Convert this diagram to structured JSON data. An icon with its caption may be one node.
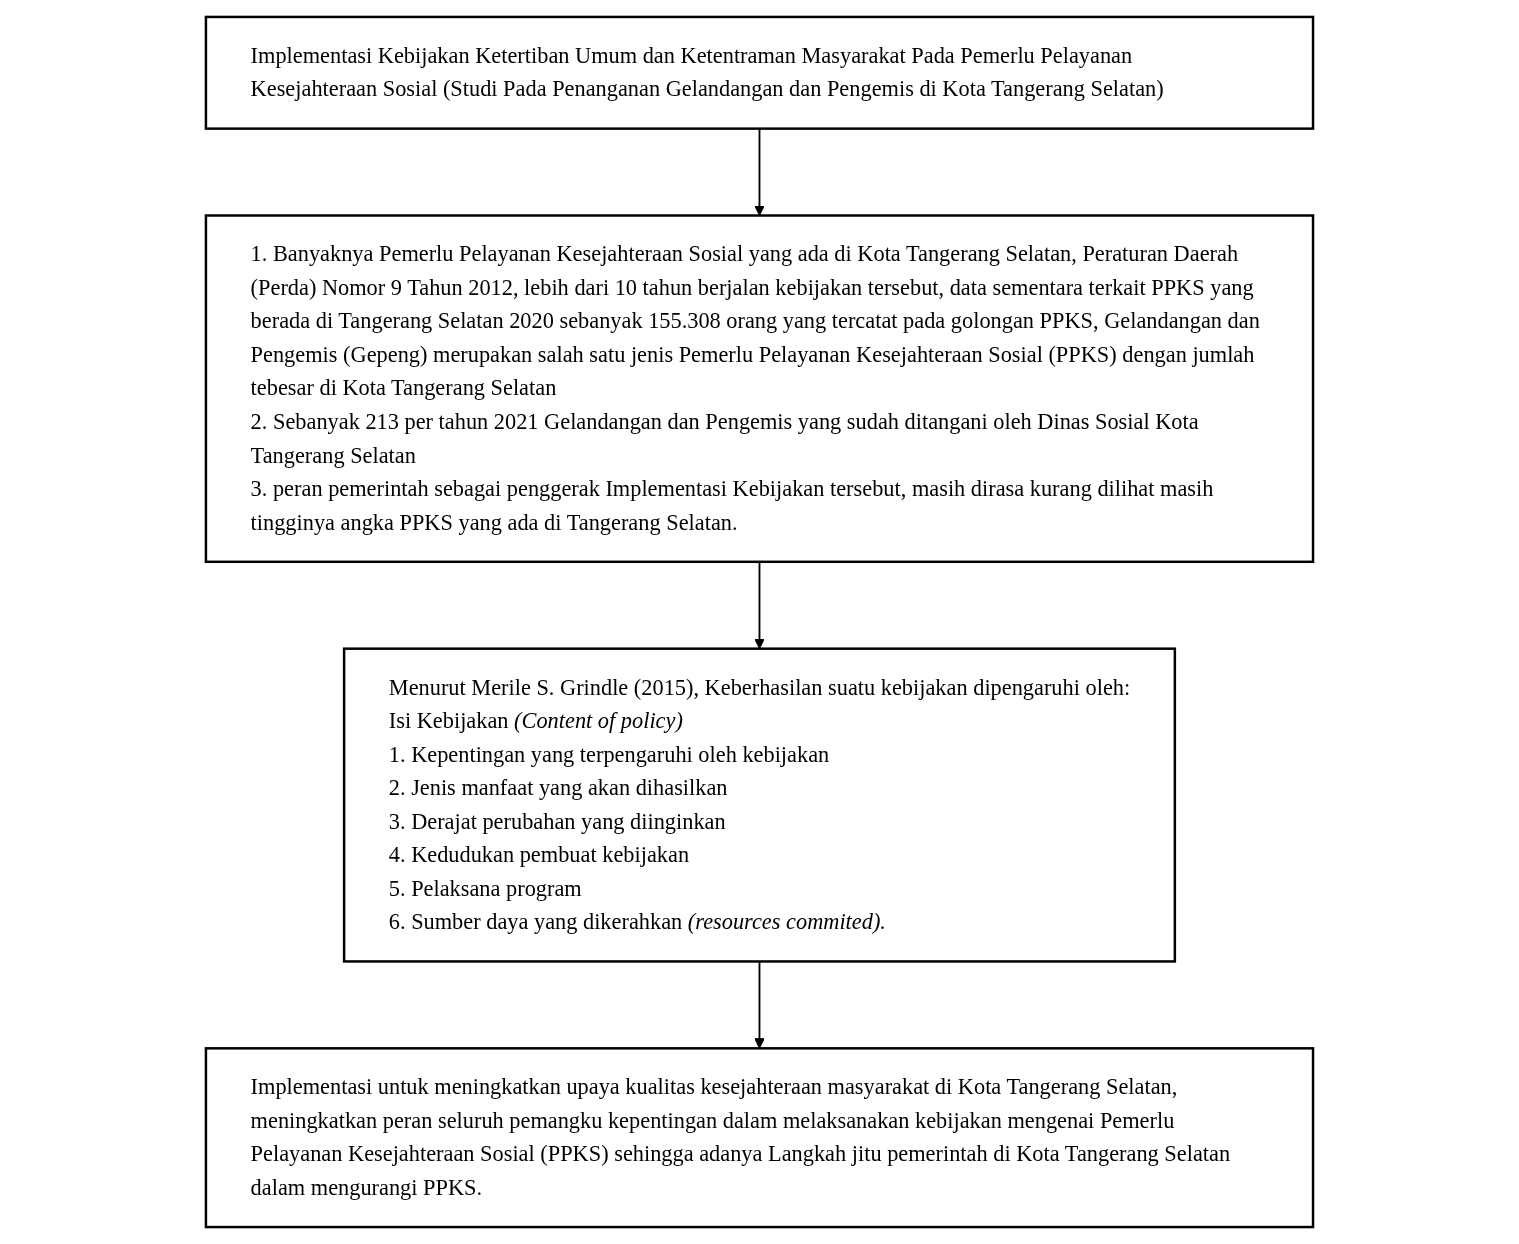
{
  "diagram": {
    "nodes": [
      {
        "text": [
          "Implementasi Kebijakan Ketertiban Umum dan Ketentraman Masyarakat Pada Pemerlu Pelayanan Kesejahteraan Sosial (Studi Pada Penanganan Gelandangan dan Pengemis di Kota Tangerang Selatan)"
        ]
      },
      {
        "text": [
          "1. Banyaknya Pemerlu Pelayanan Kesejahteraan Sosial yang ada di Kota Tangerang Selatan, Peraturan Daerah (Perda) Nomor 9 Tahun 2012, lebih dari 10 tahun berjalan kebijakan tersebut, data sementara terkait PPKS yang berada di Tangerang Selatan 2020 sebanyak 155.308 orang yang tercatat pada golongan PPKS, Gelandangan dan Pengemis (Gepeng) merupakan salah satu jenis Pemerlu Pelayanan Kesejahteraan Sosial (PPKS) dengan jumlah tebesar di Kota Tangerang Selatan",
          "2. Sebanyak 213 per tahun 2021 Gelandangan dan Pengemis yang sudah ditangani oleh Dinas Sosial Kota Tangerang Selatan",
          "3. peran pemerintah sebagai penggerak Implementasi Kebijakan tersebut, masih dirasa kurang dilihat masih tingginya angka PPKS yang ada di Tangerang Selatan."
        ]
      },
      {
        "text": [
          "Menurut Merile S. Grindle (2015), Keberhasilan suatu kebijakan dipengaruhi oleh:",
          "Isi Kebijakan *(Content of policy)*",
          "1. Kepentingan yang terpengaruhi oleh kebijakan",
          "2. Jenis manfaat yang akan dihasilkan",
          "3. Derajat perubahan yang diinginkan",
          "4. Kedudukan pembuat kebijakan",
          "5. Pelaksana program",
          "6. Sumber daya yang dikerahkan *(resources commited).*"
        ]
      },
      {
        "text": [
          "Implementasi untuk meningkatkan upaya kualitas kesejahteraan masyarakat di Kota Tangerang Selatan, meningkatkan peran seluruh pemangku kepentingan dalam melaksanakan kebijakan mengenai Pemerlu Pelayanan Kesejahteraan Sosial (PPKS) sehingga adanya Langkah jitu pemerintah di Kota Tangerang Selatan dalam mengurangi PPKS."
        ]
      }
    ],
    "edges": [
      {
        "from": 0,
        "to": 1,
        "arrow": "to"
      },
      {
        "from": 1,
        "to": 2,
        "arrow": "to"
      },
      {
        "from": 2,
        "to": 3,
        "arrow": "to"
      }
    ]
  }
}
